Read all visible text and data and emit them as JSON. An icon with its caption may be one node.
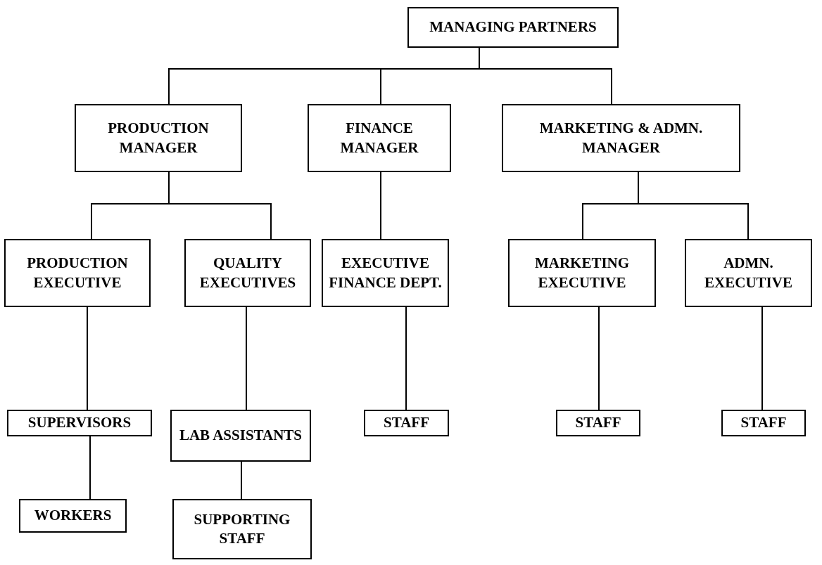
{
  "diagram": {
    "nodes": [
      {
        "text": [
          "MANAGING PARTNERS"
        ]
      },
      {
        "text": [
          "PRODUCTION MANAGER"
        ]
      },
      {
        "text": [
          "FINANCE MANAGER"
        ]
      },
      {
        "text": [
          "MARKETING & ADMN. MANAGER"
        ]
      },
      {
        "text": [
          "PRODUCTION EXECUTIVE"
        ]
      },
      {
        "text": [
          "QUALITY EXECUTIVES"
        ]
      },
      {
        "text": [
          "EXECUTIVE FINANCE DEPT."
        ]
      },
      {
        "text": [
          "MARKETING EXECUTIVE"
        ]
      },
      {
        "text": [
          "ADMN. EXECUTIVE"
        ]
      },
      {
        "text": [
          "SUPERVISORS"
        ]
      },
      {
        "text": [
          "LAB ASSISTANTS"
        ]
      },
      {
        "text": [
          "STAFF"
        ]
      },
      {
        "text": [
          "STAFF"
        ]
      },
      {
        "text": [
          "STAFF"
        ]
      },
      {
        "text": [
          "WORKERS"
        ]
      },
      {
        "text": [
          "SUPPORTING STAFF"
        ]
      }
    ],
    "edges": [
      {
        "from": 0,
        "to": 1,
        "arrow": "none"
      },
      {
        "from": 0,
        "to": 2,
        "arrow": "none"
      },
      {
        "from": 0,
        "to": 3,
        "arrow": "none"
      },
      {
        "from": 1,
        "to": 4,
        "arrow": "none"
      },
      {
        "from": 1,
        "to": 5,
        "arrow": "none"
      },
      {
        "from": 2,
        "to": 6,
        "arrow": "none"
      },
      {
        "from": 3,
        "to": 7,
        "arrow": "none"
      },
      {
        "from": 3,
        "to": 8,
        "arrow": "none"
      },
      {
        "from": 4,
        "to": 9,
        "arrow": "none"
      },
      {
        "from": 5,
        "to": 10,
        "arrow": "none"
      },
      {
        "from": 6,
        "to": 11,
        "arrow": "none"
      },
      {
        "from": 7,
        "to": 12,
        "arrow": "none"
      },
      {
        "from": 8,
        "to": 13,
        "arrow": "none"
      },
      {
        "from": 9,
        "to": 14,
        "arrow": "none"
      },
      {
        "from": 10,
        "to": 15,
        "arrow": "none"
      }
    ]
  }
}
